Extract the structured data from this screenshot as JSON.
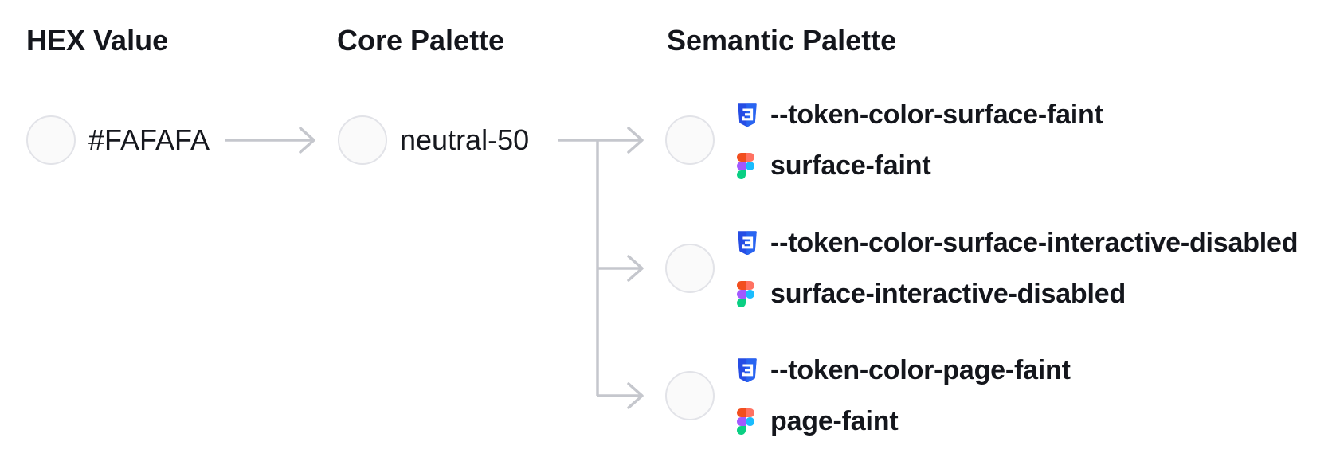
{
  "columns": {
    "hex": {
      "title": "HEX Value"
    },
    "core": {
      "title": "Core Palette"
    },
    "semantic": {
      "title": "Semantic Palette"
    }
  },
  "hex_node": {
    "value": "#FAFAFA"
  },
  "core_node": {
    "value": "neutral-50"
  },
  "semantic_tokens": [
    {
      "css_variable": "--token-color-surface-faint",
      "figma_style": "surface-faint"
    },
    {
      "css_variable": "--token-color-surface-interactive-disabled",
      "figma_style": "surface-interactive-disabled"
    },
    {
      "css_variable": "--token-color-page-faint",
      "figma_style": "page-faint"
    }
  ],
  "icons": {
    "css": "css3-shield-icon",
    "figma": "figma-logo-icon"
  },
  "colors": {
    "swatch_fill": "#FAFAFA",
    "swatch_border": "#E2E3E8",
    "connector": "#C5C7CD",
    "text_primary": "#14161C",
    "css_logo_dark": "#264DE4",
    "css_logo_light": "#2965F1",
    "figma_orange": "#F24E1E",
    "figma_salmon": "#FF7262",
    "figma_purple": "#A259FF",
    "figma_blue": "#1ABCFE",
    "figma_green": "#0ACF83"
  }
}
